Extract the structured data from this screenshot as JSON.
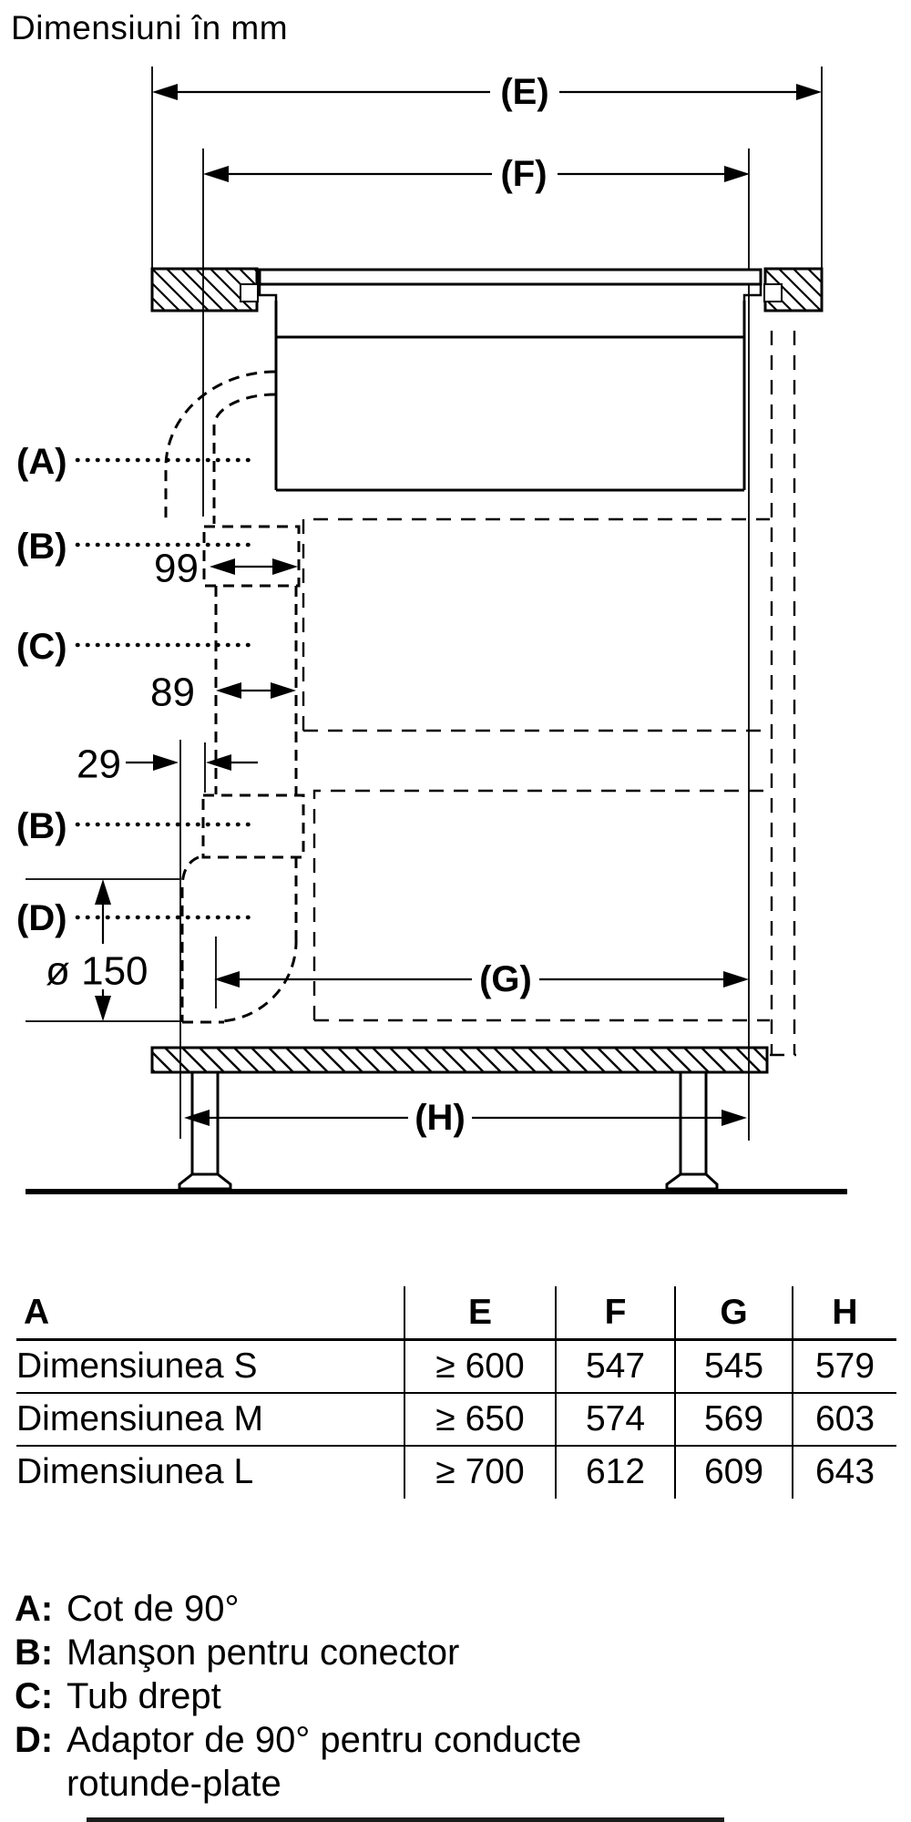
{
  "title": "Dimensiuni în mm",
  "colors": {
    "ink": "#000000",
    "background": "#ffffff"
  },
  "diagram": {
    "labels": {
      "e": "(E)",
      "f": "(F)",
      "a": "(A)",
      "b_upper": "(B)",
      "c": "(C)",
      "b_lower": "(B)",
      "d": "(D)",
      "g": "(G)",
      "h": "(H)"
    },
    "measurements": {
      "duct_width_connector": "99",
      "duct_width_tube": "89",
      "offset": "29",
      "diameter": "ø 150"
    }
  },
  "table": {
    "headers": [
      "A",
      "E",
      "F",
      "G",
      "H"
    ],
    "rows": [
      [
        "Dimensiunea S",
        "≥ 600",
        "547",
        "545",
        "579"
      ],
      [
        "Dimensiunea M",
        "≥ 650",
        "574",
        "569",
        "603"
      ],
      [
        "Dimensiunea L",
        "≥ 700",
        "612",
        "609",
        "643"
      ]
    ]
  },
  "legend": {
    "items": [
      {
        "key": "A:",
        "text": "Cot de 90°"
      },
      {
        "key": "B:",
        "text": "Manşon pentru conector"
      },
      {
        "key": "C:",
        "text": "Tub drept"
      },
      {
        "key": "D:",
        "text": "Adaptor de 90° pentru conducte rotunde-plate"
      }
    ]
  }
}
